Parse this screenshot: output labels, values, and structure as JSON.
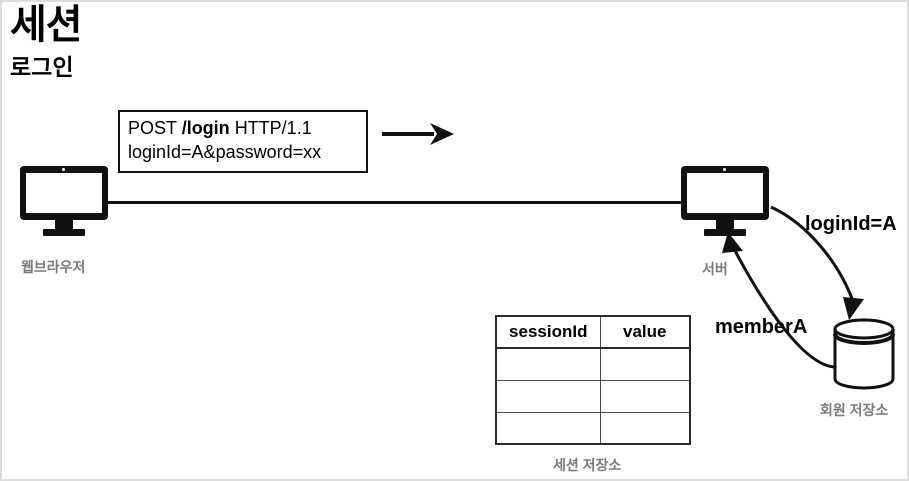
{
  "diagram": {
    "title": "세션",
    "subtitle": "로그인",
    "request_box": {
      "line1_prefix": "POST ",
      "line1_path": "/login",
      "line1_suffix": " HTTP/1.1",
      "line2": "loginId=A&password=xx"
    },
    "nodes": {
      "browser": {
        "label": "웹브라우저",
        "icon": "monitor-icon"
      },
      "server": {
        "label": "서버",
        "icon": "monitor-icon"
      },
      "member_store": {
        "label": "회원 저장소",
        "icon": "database-cylinder-icon"
      },
      "session_store": {
        "label": "세션 저장소",
        "icon": "table-icon"
      }
    },
    "edges": [
      {
        "name": "request-arrow",
        "label": "",
        "icon": "right-arrow-icon"
      },
      {
        "name": "browser-server-link",
        "label": ""
      },
      {
        "name": "server-to-db",
        "label": "loginId=A"
      },
      {
        "name": "db-to-server",
        "label": "memberA"
      }
    ],
    "session_table": {
      "columns": [
        "sessionId",
        "value"
      ],
      "rows": [
        [
          "",
          ""
        ],
        [
          "",
          ""
        ],
        [
          "",
          ""
        ]
      ]
    },
    "colors": {
      "ink": "#111111",
      "caption": "#7a7a7a",
      "background": "#ffffff",
      "border": "#dcdcdc"
    }
  }
}
